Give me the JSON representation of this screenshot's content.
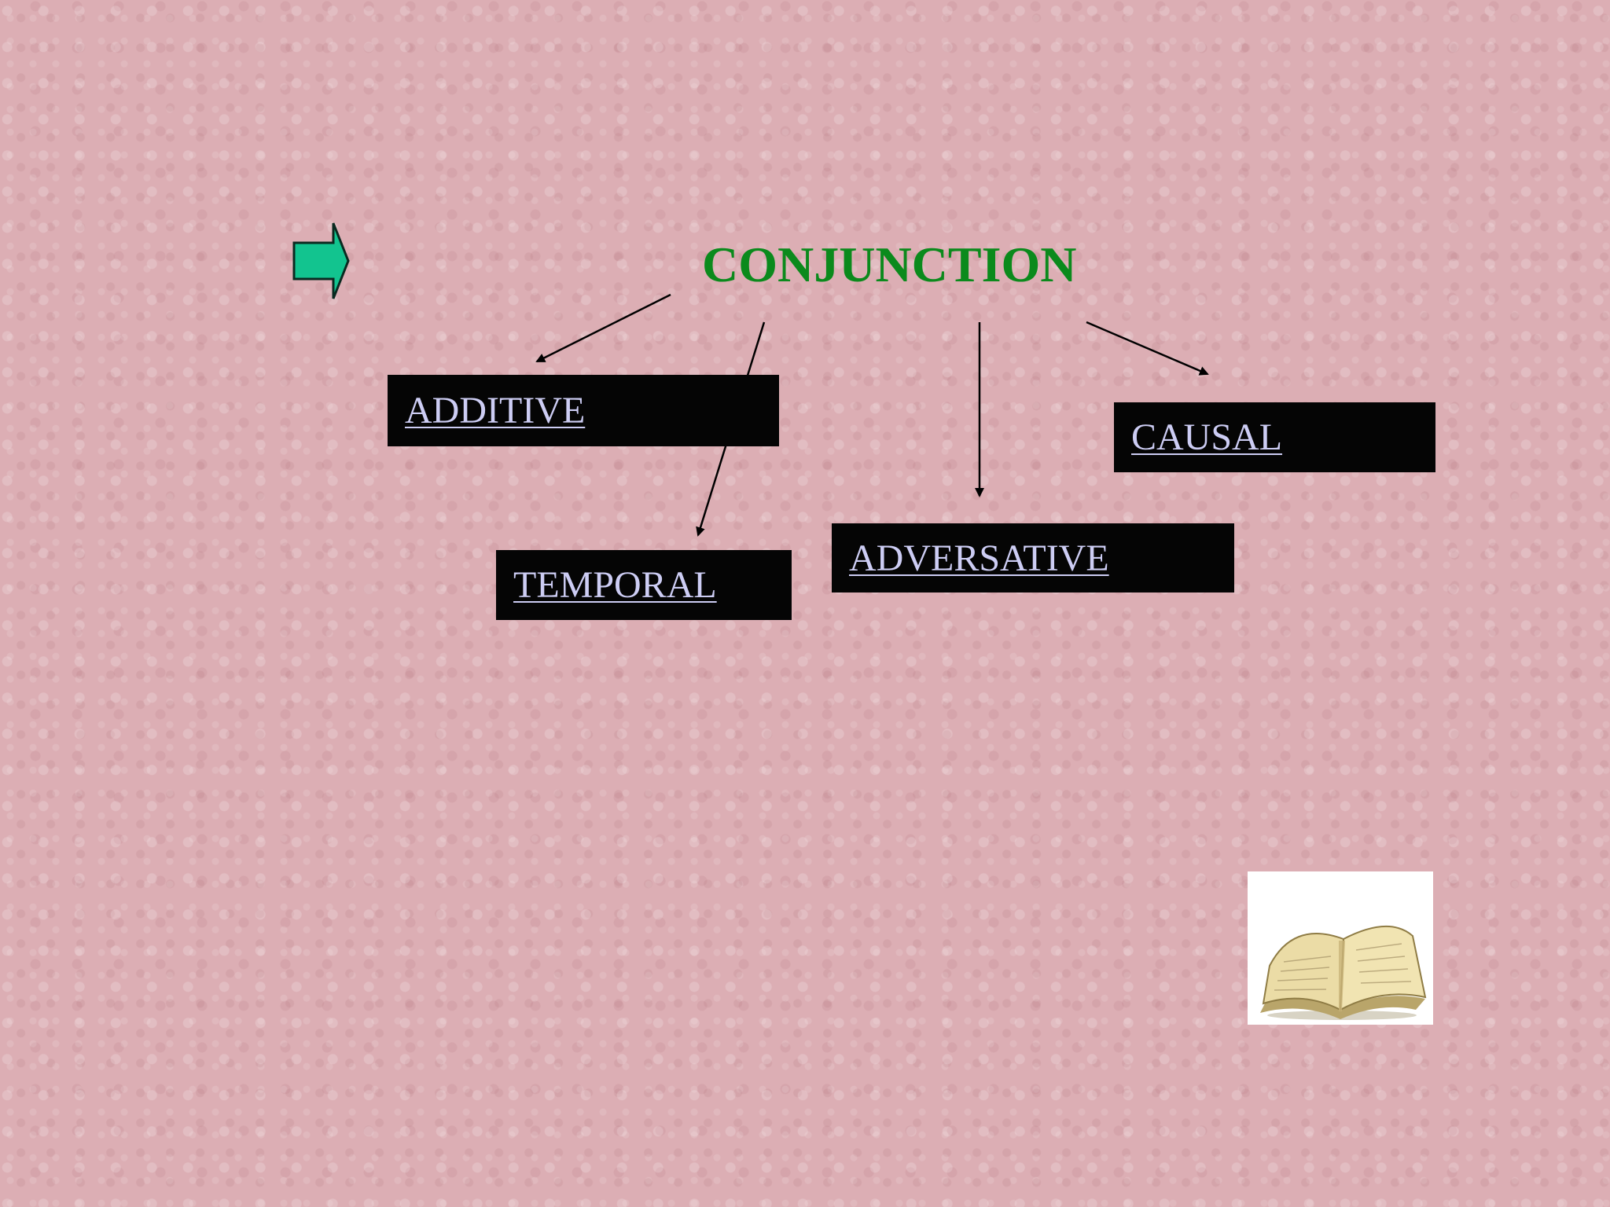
{
  "slide": {
    "title": "CONJUNCTION",
    "title_color": "#0b8a1c",
    "background_color": "#dcaeb4"
  },
  "categories": {
    "additive": "ADDITIVE",
    "temporal": "TEMPORAL",
    "adversative": "ADVERSATIVE",
    "causal": "CAUSAL"
  },
  "link_color": "#cdcdf4",
  "box_color": "#050505",
  "icons": {
    "nav": "right-arrow-icon",
    "book": "open-book-icon",
    "nav_color": "#12c48f"
  }
}
